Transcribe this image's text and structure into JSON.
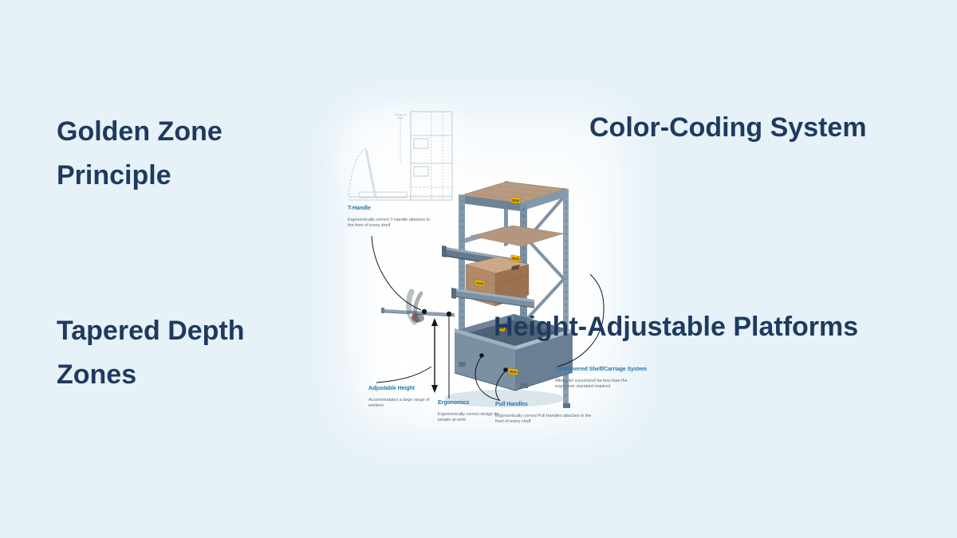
{
  "page": {
    "background_color": "#e6f1f8",
    "headline_color": "#1f3a5e"
  },
  "headlines": {
    "top_left": "Golden Zone Principle",
    "top_right": "Color-Coding System",
    "bottom_left": "Tapered Depth Zones",
    "bottom_right": "Height-Adjustable Platforms"
  },
  "illustration": {
    "subject": "ergonomic pull-out shelf storage rack with annotated features",
    "annotation_label_color": "#2678ad",
    "annotation_text_color": "#5c6b7a",
    "capacity_labels": [
      "2000",
      "2000",
      "2000",
      "2000",
      "2000"
    ],
    "annotations": [
      {
        "label": "T-Handle",
        "description": "Ergonomically correct T-Handle attaches to the front of every shelf"
      },
      {
        "label": "Adjustable Height",
        "description": "Accommodates a large range of workers"
      },
      {
        "label": "Ergonomics",
        "description": "Ergonomically correct design for people at work"
      },
      {
        "label": "Pull Handles",
        "description": "Ergonomically correct Pull Handles attaches to the front of every shelf"
      },
      {
        "label": "Cantilevered Shelf/Carriage System",
        "description": "Allows for a push/pull far less than the ergonomic standard required"
      }
    ]
  }
}
